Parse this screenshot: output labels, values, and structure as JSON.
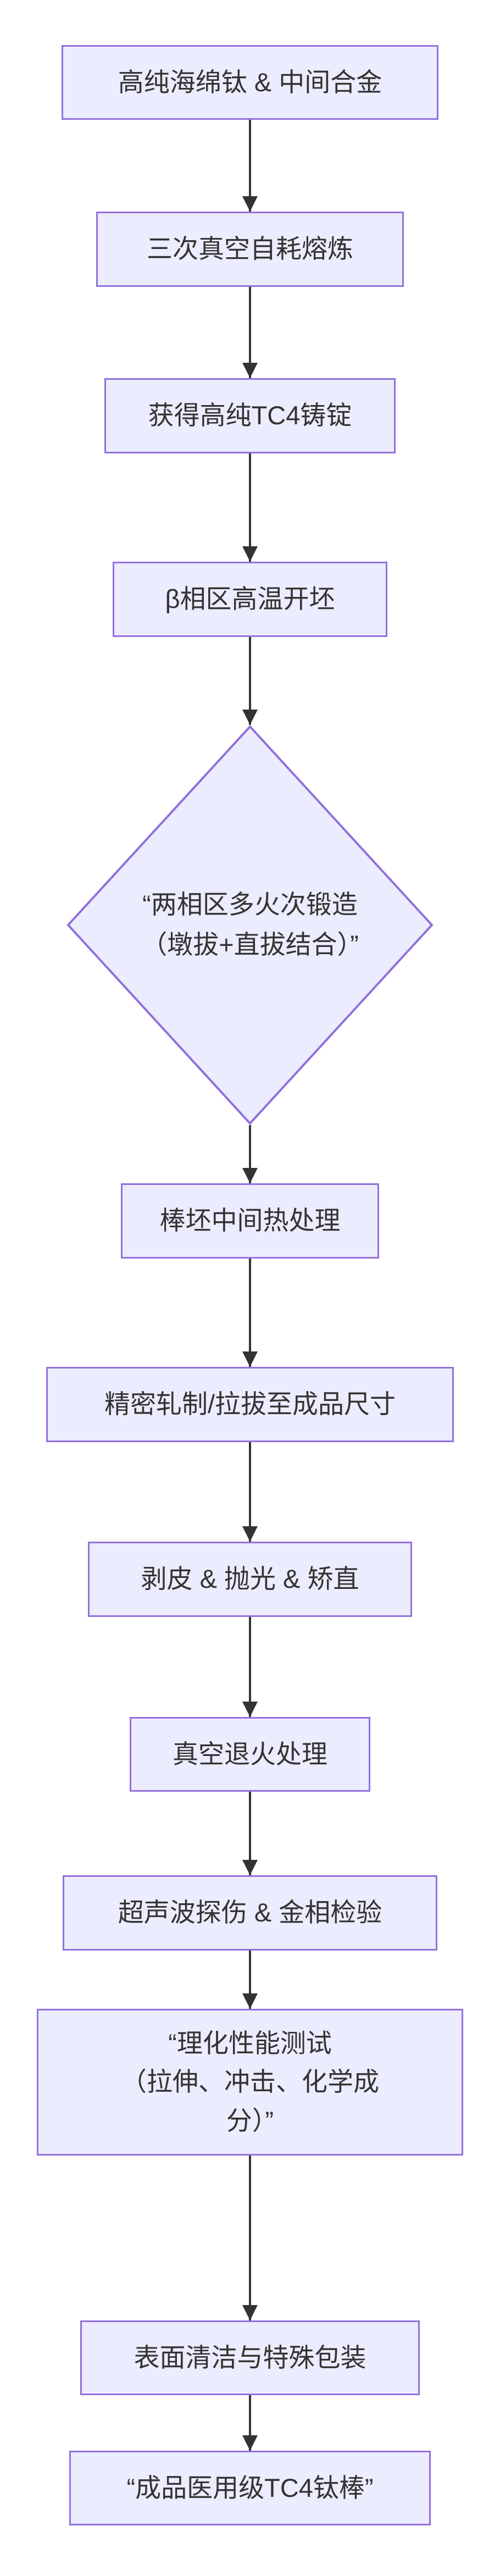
{
  "diagram": {
    "type": "flowchart",
    "direction": "top-down",
    "colors": {
      "node_fill": "#ECECFF",
      "node_border": "#9370DB",
      "text": "#333333",
      "edge": "#333333",
      "background": "#ffffff"
    },
    "nodes": [
      {
        "shape": "rect",
        "label": "高纯海绵钛 & 中间合金"
      },
      {
        "shape": "rect",
        "label": "三次真空自耗熔炼"
      },
      {
        "shape": "rect",
        "label": "获得高纯TC4铸锭"
      },
      {
        "shape": "rect",
        "label": "β相区高温开坯"
      },
      {
        "shape": "diamond",
        "label": "“两相区多火次锻造（墩拔+直拔结合）”",
        "lines": [
          "“两相区多火次锻造",
          "（墩拔+直拔结合）”"
        ]
      },
      {
        "shape": "rect",
        "label": "棒坯中间热处理"
      },
      {
        "shape": "rect",
        "label": "精密轧制/拉拔至成品尺寸"
      },
      {
        "shape": "rect",
        "label": "剥皮 & 抛光 & 矫直"
      },
      {
        "shape": "rect",
        "label": "真空退火处理"
      },
      {
        "shape": "rect",
        "label": "超声波探伤 & 金相检验"
      },
      {
        "shape": "rect",
        "label": "“理化性能测试（拉伸、冲击、化学成分）”",
        "lines": [
          "“理化性能测试",
          "（拉伸、冲击、化学成",
          "分）”"
        ]
      },
      {
        "shape": "rect",
        "label": "表面清洁与特殊包装"
      },
      {
        "shape": "rect",
        "label": "“成品医用级TC4钛棒”"
      }
    ],
    "edges": [
      {
        "from": 0,
        "to": 1
      },
      {
        "from": 1,
        "to": 2
      },
      {
        "from": 2,
        "to": 3
      },
      {
        "from": 3,
        "to": 4
      },
      {
        "from": 4,
        "to": 5
      },
      {
        "from": 5,
        "to": 6
      },
      {
        "from": 6,
        "to": 7
      },
      {
        "from": 7,
        "to": 8
      },
      {
        "from": 8,
        "to": 9
      },
      {
        "from": 9,
        "to": 10
      },
      {
        "from": 10,
        "to": 11
      },
      {
        "from": 11,
        "to": 12
      }
    ]
  }
}
